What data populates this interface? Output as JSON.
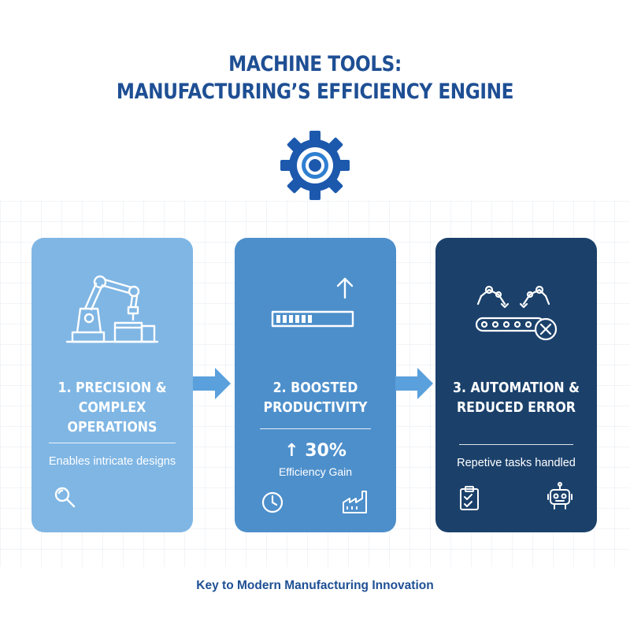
{
  "title": {
    "line1": "MACHINE TOOLS:",
    "line2": "MANUFACTURING’S EFFICIENCY ENGINE"
  },
  "main_icon": "gear-target-icon",
  "cards": [
    {
      "title_lines": [
        "1. PRECISION &",
        "COMPLEX",
        "OPERATIONS"
      ],
      "description": "Enables intricate designs",
      "icons": [
        "robotic-arm-icon",
        "magnifying-glass-icon"
      ],
      "color": "#7fb6e4"
    },
    {
      "title_lines": [
        "2. BOOSTED",
        "PRODUCTIVITY"
      ],
      "stat_value": "↑ 30%",
      "stat_label": "Efficiency Gain",
      "icons": [
        "progress-bar-up-icon",
        "clock-icon",
        "factory-icon"
      ],
      "color": "#4d8fcb"
    },
    {
      "title_lines": [
        "3. AUTOMATION &",
        "REDUCED ERROR"
      ],
      "description": "Repetive tasks handled",
      "icons": [
        "robot-conveyor-icon",
        "checklist-icon",
        "robot-head-icon"
      ],
      "color": "#1b416b"
    }
  ],
  "footer": "Key to Modern Manufacturing Innovation",
  "colors": {
    "title": "#1e4f94",
    "arrow": "#5aa0dc",
    "footer": "#1e4f94"
  }
}
